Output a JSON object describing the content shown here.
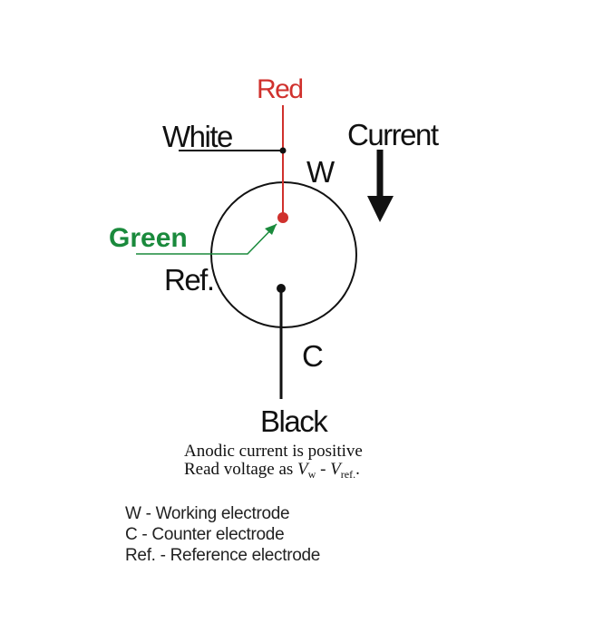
{
  "labels": {
    "red": "Red",
    "white": "White",
    "current": "Current",
    "w": "W",
    "green": "Green",
    "ref": "Ref.",
    "c": "C",
    "black": "Black"
  },
  "caption": {
    "line1": "Anodic current is positive",
    "line2_prefix": "Read voltage as ",
    "v": "V",
    "w_sub": "w",
    "minus": " - ",
    "ref_sub": "ref.",
    "end": "."
  },
  "legend": [
    "W - Working electrode",
    "C - Counter electrode",
    "Ref. - Reference electrode"
  ],
  "colors": {
    "red": "#d0312d",
    "green": "#1a8a3c",
    "black": "#111111"
  },
  "icons": {
    "current_arrow": "down-arrow-icon"
  }
}
